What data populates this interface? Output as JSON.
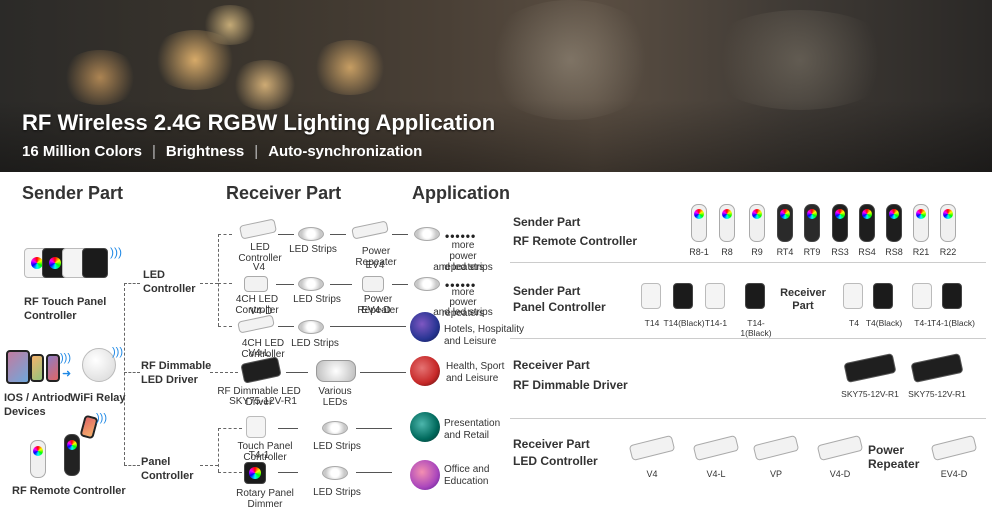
{
  "banner": {
    "title": "RF Wireless 2.4G RGBW Lighting Application",
    "feature_1": "16 Million Colors",
    "feature_2": "Brightness",
    "feature_3": "Auto-synchronization"
  },
  "sections": {
    "sender": "Sender Part",
    "receiver": "Receiver Part",
    "application": "Application"
  },
  "sender": {
    "touch_panel": "RF Touch Panel Controller",
    "ios_android": "IOS / Antriod Devices",
    "wifi_relay": "WiFi Relay",
    "rf_remote": "RF Remote Controller"
  },
  "groups": {
    "led_controller": "LED Controller",
    "rf_dimmable": "RF Dimmable LED Driver",
    "panel_controller": "Panel Controller"
  },
  "receiver": {
    "led_controller_v4": "LED Controller",
    "v4": "V4",
    "led_strips": "LED Strips",
    "power_repeater": "Power Repeater",
    "ev4": "EV4",
    "ch4_led_controller": "4CH LED Controller",
    "v4d": "V4-D",
    "ev4d": "EV4-D",
    "v4l": "V4-L",
    "rf_dimmable_driver": "RF Dimmable LED Driver",
    "sky": "SKY75-12V-R1",
    "various_leds": "Various LEDs",
    "touch_panel_controller": "Touch Panel Controller",
    "t41": "T4-1",
    "rotary_panel_dimmer": "Rotary Panel Dimmer",
    "dots": "••••••",
    "more_1": "more",
    "more_1b": "power repeaters",
    "more_1c": "and led strips",
    "more_2": "more",
    "more_2b": "power repeaters",
    "more_2c": "and led strips"
  },
  "application": {
    "hotels": "Hotels, Hospitality and Leisure",
    "health": "Health, Sport and Leisure",
    "presentation": "Presentation and Retail",
    "office": "Office and Education"
  },
  "right": {
    "row1_a": "Sender Part",
    "row1_b": "RF Remote Controller",
    "row2_a": "Sender Part",
    "row2_b": "Panel Controller",
    "row3_a": "Receiver Part",
    "row3_b": "RF Dimmable Driver",
    "row4_a": "Receiver Part",
    "row4_b": "LED Controller",
    "receiver_part": "Receiver Part",
    "power_repeater": "Power Repeater",
    "remotes": [
      "R8-1",
      "R8",
      "R9",
      "RT4",
      "RT9",
      "RS3",
      "RS4",
      "RS8",
      "R21",
      "R22"
    ],
    "remote_colors": [
      "#f0f0f0",
      "#f0f0f0",
      "#f0f0f0",
      "#2a2a2a",
      "#2a2a2a",
      "#1e1e1e",
      "#1e1e1e",
      "#1e1e1e",
      "#f0f0f0",
      "#f0f0f0"
    ],
    "panels_sender": [
      "T14",
      "T14(Black)",
      "T14-1",
      "T14-1(Black)"
    ],
    "panels_receiver": [
      "T4",
      "T4(Black)",
      "T4-1",
      "T4-1(Black)"
    ],
    "drivers": [
      "SKY75-12V-R1",
      "SKY75-12V-R1"
    ],
    "controllers": [
      "V4",
      "V4-L",
      "VP",
      "V4-D",
      "EV4-D"
    ]
  }
}
